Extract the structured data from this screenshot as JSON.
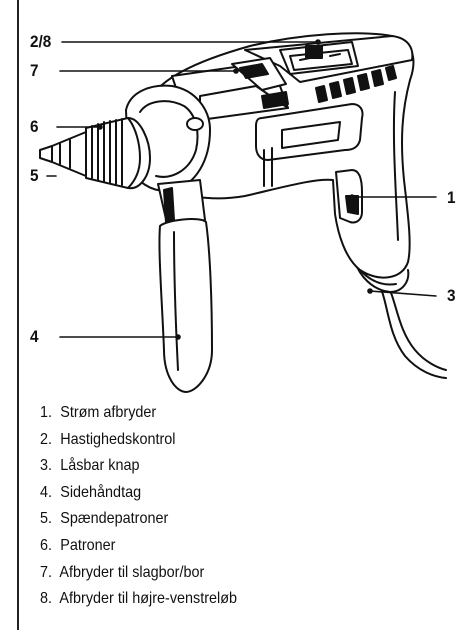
{
  "callouts": {
    "c28": "2/8",
    "c7": "7",
    "c6": "6",
    "c5": "5",
    "c1": "1",
    "c3": "3",
    "c4": "4"
  },
  "legend": [
    {
      "num": "1.",
      "label": "Strøm afbryder"
    },
    {
      "num": "2.",
      "label": "Hastighedskontrol"
    },
    {
      "num": "3.",
      "label": "Låsbar knap"
    },
    {
      "num": "4.",
      "label": "Sidehåndtag"
    },
    {
      "num": "5.",
      "label": "Spændepatroner"
    },
    {
      "num": "6.",
      "label": "Patroner"
    },
    {
      "num": "7.",
      "label": "Afbryder til slagbor/bor"
    },
    {
      "num": "8.",
      "label": "Afbryder til højre-venstreløb"
    }
  ],
  "colors": {
    "line": "#111111",
    "fill": "#ffffff",
    "dark": "#111111"
  }
}
